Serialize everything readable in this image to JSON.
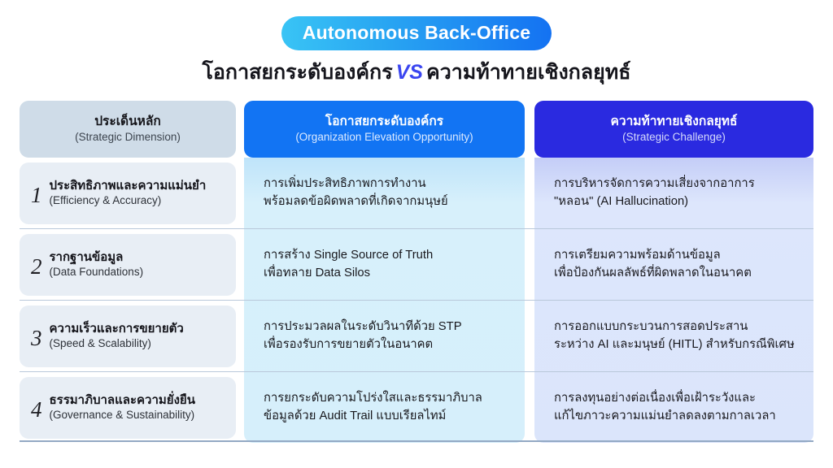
{
  "header": {
    "badge_label": "Autonomous Back-Office",
    "subtitle_left": "โอกาสยกระดับองค์กร",
    "subtitle_vs": "VS",
    "subtitle_right": "ความท้าทายเชิงกลยุทธ์"
  },
  "colors": {
    "badge_gradient_start": "#39c4f5",
    "badge_gradient_end": "#1472f2",
    "vs_accent": "#3b46f0",
    "header_col1_bg": "#cfdce8",
    "header_col2_bg": "#1274f3",
    "header_col3_bg": "#2a2ae0",
    "body_col1_bg": "#e8eef5",
    "body_col2_bg": "#d6effb",
    "body_col3_bg": "#dbe5fb",
    "divider": "#b9c8da"
  },
  "table": {
    "headers": [
      {
        "th": "ประเด็นหลัก",
        "en": "(Strategic Dimension)"
      },
      {
        "th": "โอกาสยกระดับองค์กร",
        "en": "(Organization Elevation Opportunity)"
      },
      {
        "th": "ความท้าทายเชิงกลยุทธ์",
        "en": "(Strategic Challenge)"
      }
    ],
    "rows": [
      {
        "number": "1",
        "dimension_th": "ประสิทธิภาพและความแม่นยำ",
        "dimension_en": "(Efficiency & Accuracy)",
        "opportunity_line1": "การเพิ่มประสิทธิภาพการทำงาน",
        "opportunity_line2": "พร้อมลดข้อผิดพลาดที่เกิดจากมนุษย์",
        "challenge_line1": "การบริหารจัดการความเสี่ยงจากอาการ",
        "challenge_line2": "\"หลอน\" (AI Hallucination)"
      },
      {
        "number": "2",
        "dimension_th": "รากฐานข้อมูล",
        "dimension_en": "(Data Foundations)",
        "opportunity_line1": "การสร้าง Single Source of Truth",
        "opportunity_line2": "เพื่อทลาย Data Silos",
        "challenge_line1": "การเตรียมความพร้อมด้านข้อมูล",
        "challenge_line2": "เพื่อป้องกันผลลัพธ์ที่ผิดพลาดในอนาคต"
      },
      {
        "number": "3",
        "dimension_th": "ความเร็วและการขยายตัว",
        "dimension_en": "(Speed & Scalability)",
        "opportunity_line1": "การประมวลผลในระดับวินาทีด้วย STP",
        "opportunity_line2": "เพื่อรองรับการขยายตัวในอนาคต",
        "challenge_line1": "การออกแบบกระบวนการสอดประสาน",
        "challenge_line2": "ระหว่าง AI และมนุษย์ (HITL) สำหรับกรณีพิเศษ"
      },
      {
        "number": "4",
        "dimension_th": "ธรรมาภิบาลและความยั่งยืน",
        "dimension_en": "(Governance & Sustainability)",
        "opportunity_line1": "การยกระดับความโปร่งใสและธรรมาภิบาล",
        "opportunity_line2": "ข้อมูลด้วย Audit Trail แบบเรียลไทม์",
        "challenge_line1": "การลงทุนอย่างต่อเนื่องเพื่อเฝ้าระวังและ",
        "challenge_line2": "แก้ไขภาวะความแม่นยำลดลงตามกาลเวลา"
      }
    ]
  }
}
